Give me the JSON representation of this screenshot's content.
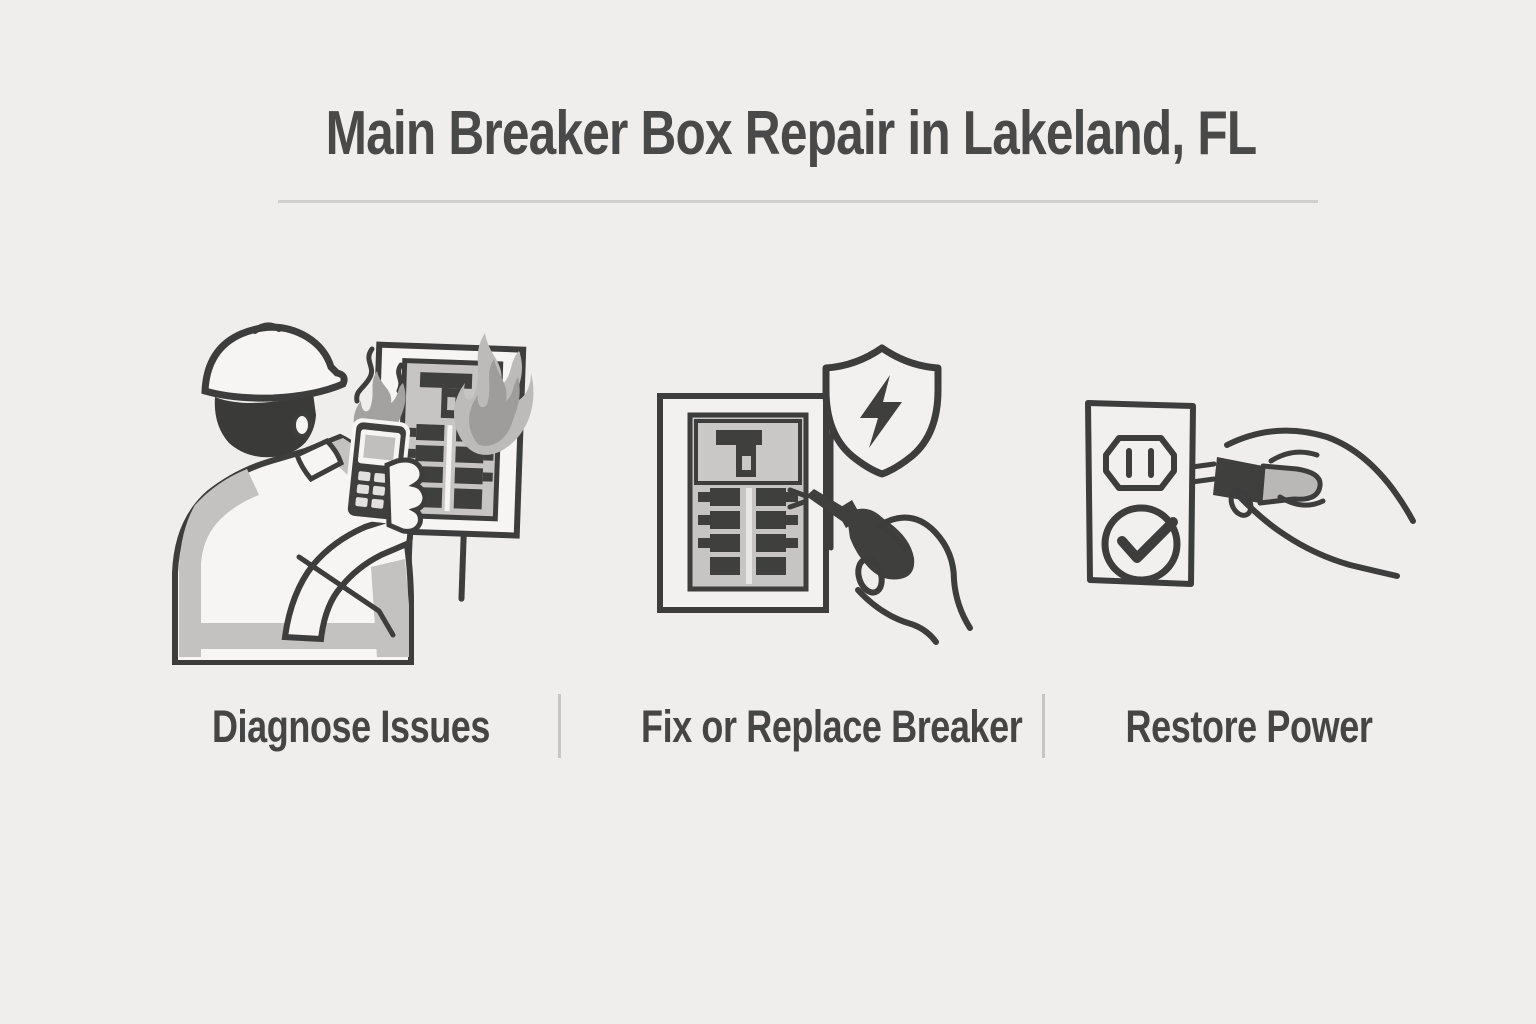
{
  "header": {
    "title": "Main Breaker Box Repair in Lakeland, FL"
  },
  "steps": [
    {
      "id": "diagnose",
      "label": "Diagnose Issues",
      "illustration": "electrician inspecting burning breaker panel with multimeter",
      "icons": [
        "hard-hat-icon",
        "electrician-figure",
        "multimeter-icon",
        "breaker-panel-icon",
        "flame-icon",
        "smoke-icon"
      ]
    },
    {
      "id": "fix-replace",
      "label": "Fix or Replace Breaker",
      "illustration": "hand with screwdriver repairing breaker panel beside shield with lightning bolt",
      "icons": [
        "breaker-panel-icon",
        "screwdriver-icon",
        "hand-icon",
        "shield-lightning-icon"
      ]
    },
    {
      "id": "restore",
      "label": "Restore Power",
      "illustration": "hand plugging power plug into outlet with checkmark",
      "icons": [
        "outlet-icon",
        "checkmark-icon",
        "plug-icon",
        "hand-icon"
      ]
    }
  ],
  "colors": {
    "background": "#efeeed",
    "title_text": "#494949",
    "label_text": "#454545",
    "title_divider": "#d2d0cf",
    "step_divider": "#c8c6c5",
    "line_art": "#3d3d3d",
    "art_fill_dark": "#3f3f3e",
    "art_gray_panel": "#c6c5c4",
    "art_gray_flame": "#a3a2a1",
    "art_gray_flame_light": "#bcbbba",
    "art_gray_sleeve": "#b9b8b7",
    "art_white": "#f6f5f4"
  }
}
